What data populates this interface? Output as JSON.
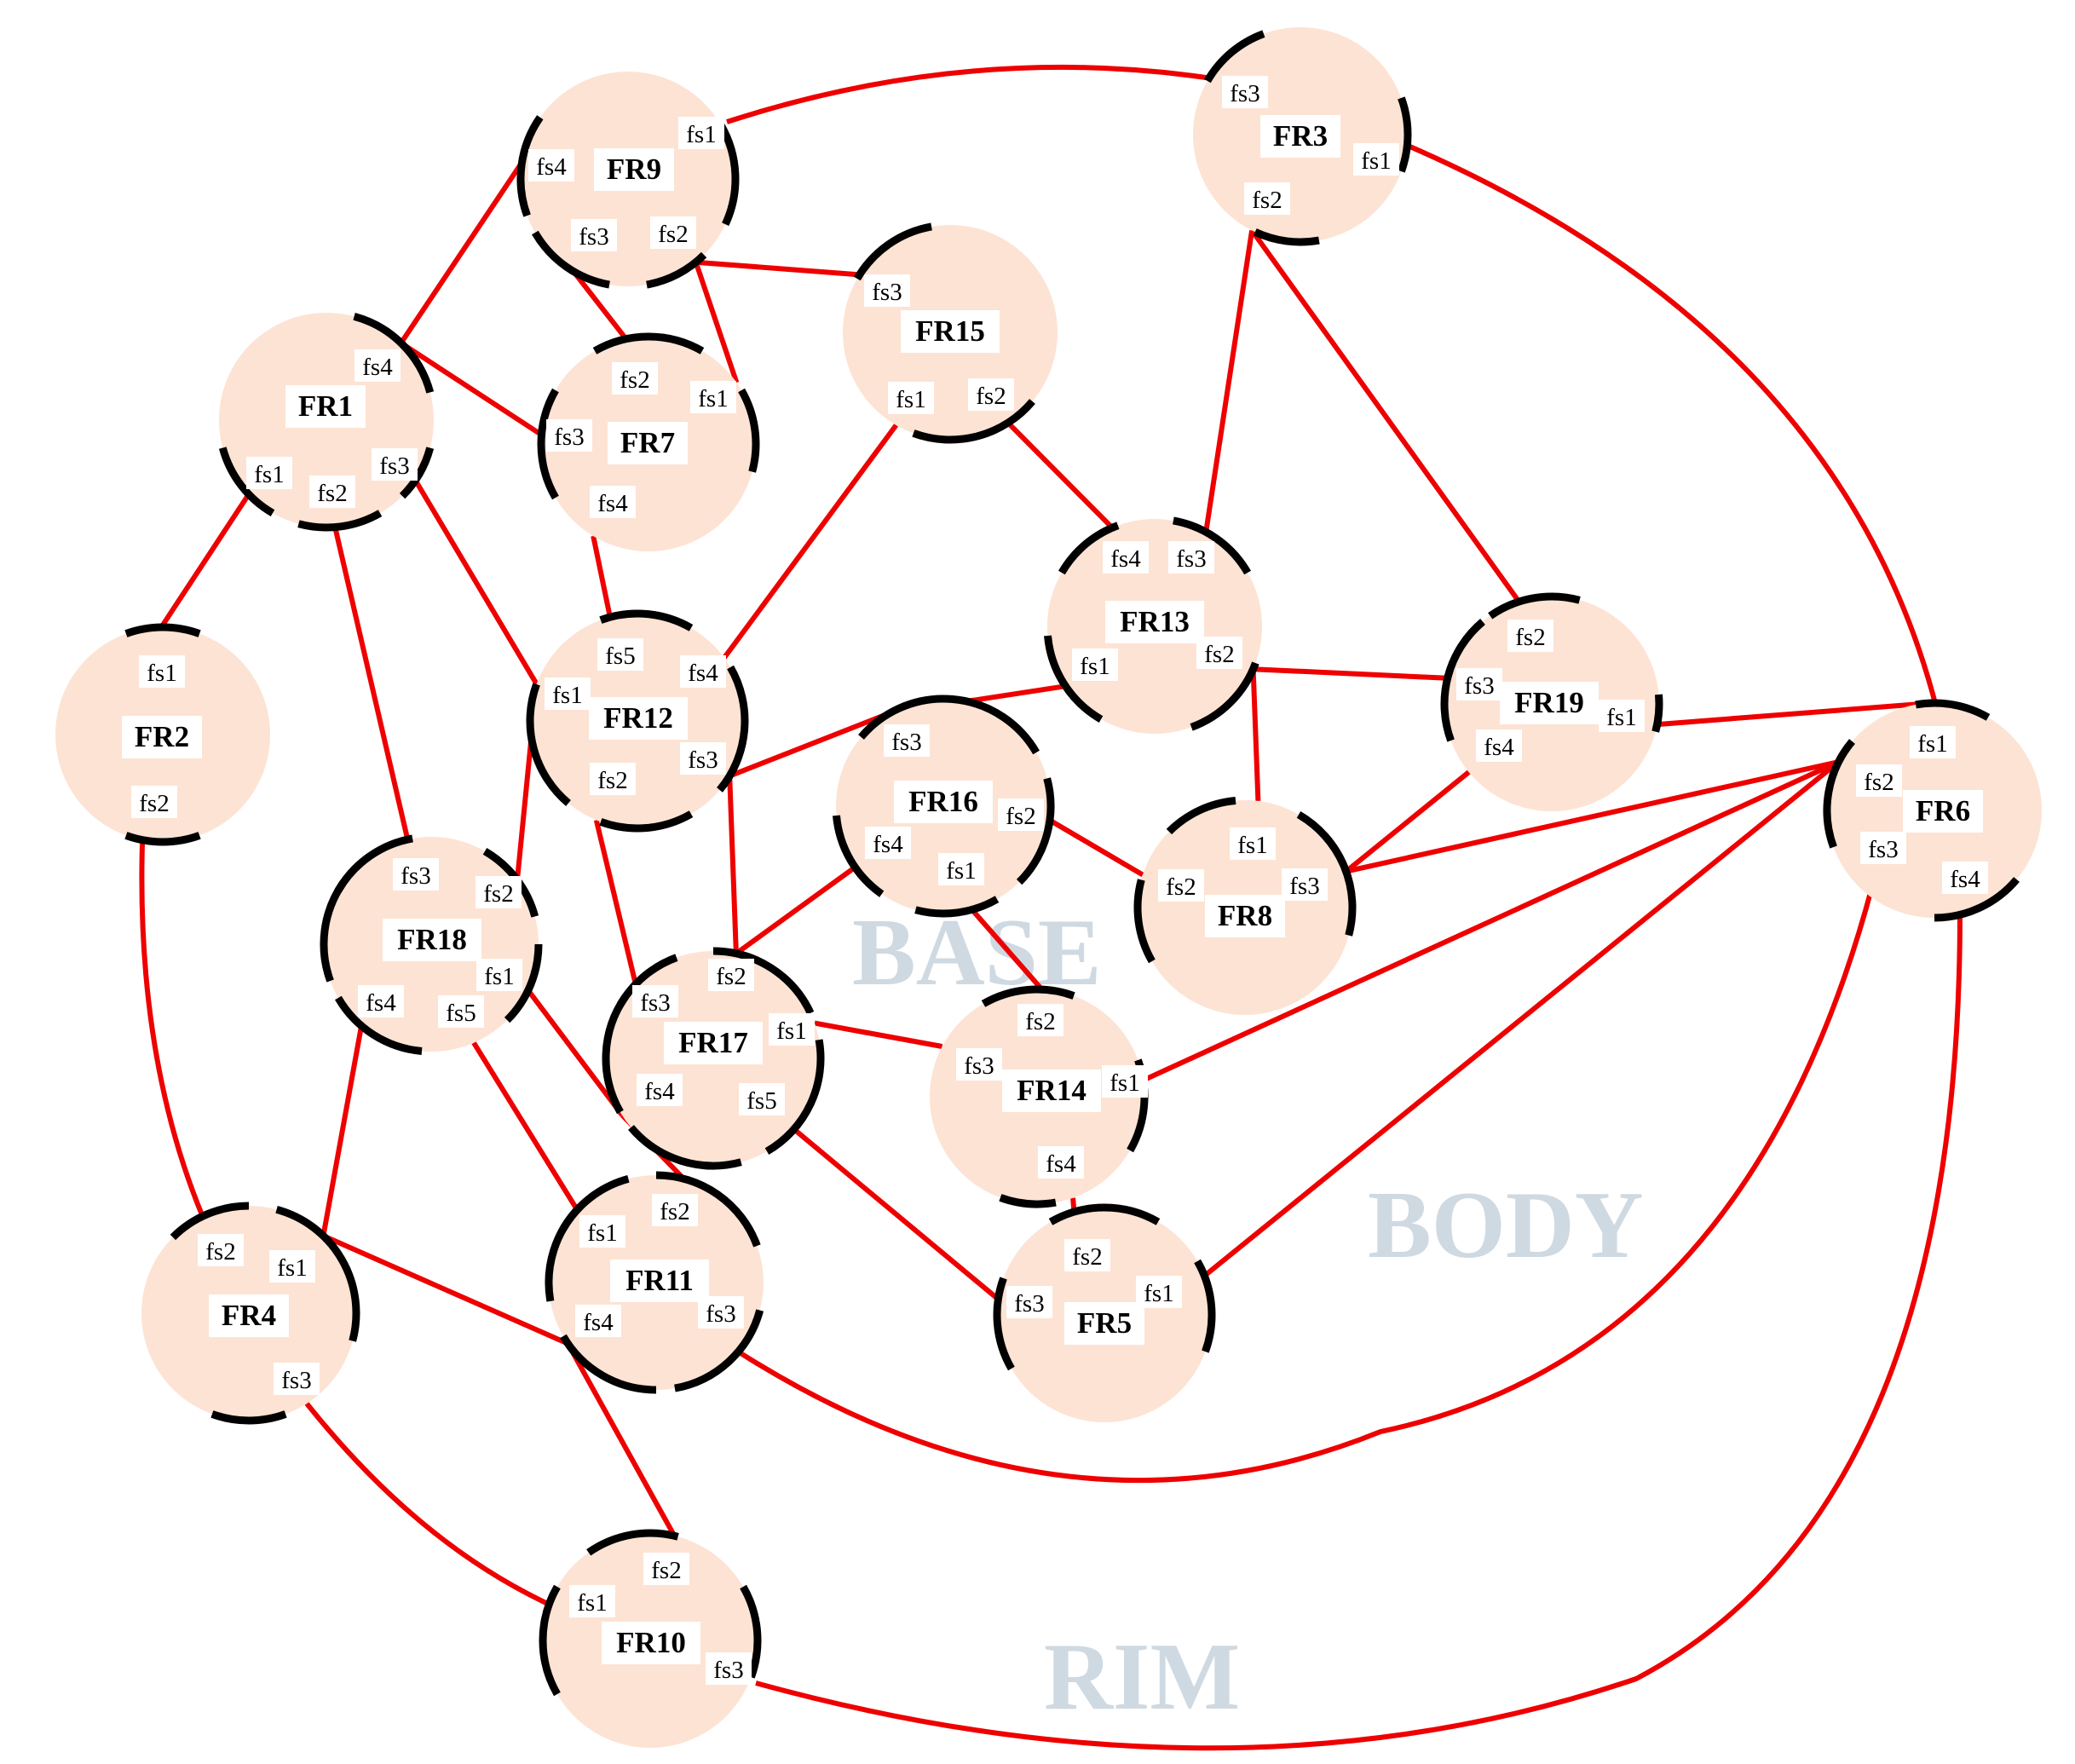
{
  "regions": [
    {
      "id": "base",
      "text": "BASE"
    },
    {
      "id": "body",
      "text": "BODY"
    },
    {
      "id": "rim",
      "text": "RIM"
    }
  ],
  "nodes": [
    {
      "id": "FR1",
      "label": "FR1",
      "ports": [
        "fs1",
        "fs2",
        "fs3",
        "fs4"
      ]
    },
    {
      "id": "FR2",
      "label": "FR2",
      "ports": [
        "fs1",
        "fs2"
      ]
    },
    {
      "id": "FR3",
      "label": "FR3",
      "ports": [
        "fs1",
        "fs2",
        "fs3"
      ]
    },
    {
      "id": "FR4",
      "label": "FR4",
      "ports": [
        "fs1",
        "fs2",
        "fs3"
      ]
    },
    {
      "id": "FR5",
      "label": "FR5",
      "ports": [
        "fs1",
        "fs2",
        "fs3"
      ]
    },
    {
      "id": "FR6",
      "label": "FR6",
      "ports": [
        "fs1",
        "fs2",
        "fs3",
        "fs4"
      ]
    },
    {
      "id": "FR7",
      "label": "FR7",
      "ports": [
        "fs1",
        "fs2",
        "fs3",
        "fs4"
      ]
    },
    {
      "id": "FR8",
      "label": "FR8",
      "ports": [
        "fs1",
        "fs2",
        "fs3"
      ]
    },
    {
      "id": "FR9",
      "label": "FR9",
      "ports": [
        "fs1",
        "fs2",
        "fs3",
        "fs4"
      ]
    },
    {
      "id": "FR10",
      "label": "FR10",
      "ports": [
        "fs1",
        "fs2",
        "fs3"
      ]
    },
    {
      "id": "FR11",
      "label": "FR11",
      "ports": [
        "fs1",
        "fs2",
        "fs3",
        "fs4"
      ]
    },
    {
      "id": "FR12",
      "label": "FR12",
      "ports": [
        "fs1",
        "fs2",
        "fs3",
        "fs4",
        "fs5"
      ]
    },
    {
      "id": "FR13",
      "label": "FR13",
      "ports": [
        "fs1",
        "fs2",
        "fs3",
        "fs4"
      ]
    },
    {
      "id": "FR14",
      "label": "FR14",
      "ports": [
        "fs1",
        "fs2",
        "fs3",
        "fs4"
      ]
    },
    {
      "id": "FR15",
      "label": "FR15",
      "ports": [
        "fs1",
        "fs2",
        "fs3"
      ]
    },
    {
      "id": "FR16",
      "label": "FR16",
      "ports": [
        "fs1",
        "fs2",
        "fs3",
        "fs4"
      ]
    },
    {
      "id": "FR17",
      "label": "FR17",
      "ports": [
        "fs1",
        "fs2",
        "fs3",
        "fs4",
        "fs5"
      ]
    },
    {
      "id": "FR18",
      "label": "FR18",
      "ports": [
        "fs1",
        "fs2",
        "fs3",
        "fs4",
        "fs5"
      ]
    },
    {
      "id": "FR19",
      "label": "FR19",
      "ports": [
        "fs1",
        "fs2",
        "fs3",
        "fs4"
      ]
    }
  ],
  "edges": [
    [
      "FR9.fs1",
      "FR3.fs3"
    ],
    [
      "FR9.fs4",
      "FR1.fs4"
    ],
    [
      "FR9.fs3",
      "FR7.fs2"
    ],
    [
      "FR9.fs2",
      "FR7.fs1"
    ],
    [
      "FR9.fs2",
      "FR15.fs3"
    ],
    [
      "FR1.fs4",
      "FR7.fs3"
    ],
    [
      "FR1.fs1",
      "FR2.fs1"
    ],
    [
      "FR1.fs2",
      "FR18.fs3"
    ],
    [
      "FR1.fs3",
      "FR12.fs1"
    ],
    [
      "FR7.fs4",
      "FR12.fs5"
    ],
    [
      "FR15.fs1",
      "FR12.fs4"
    ],
    [
      "FR15.fs2",
      "FR13.fs4"
    ],
    [
      "FR3.fs2",
      "FR13.fs3"
    ],
    [
      "FR3.fs2",
      "FR19.fs2"
    ],
    [
      "FR3.fs1",
      "FR6.fs1"
    ],
    [
      "FR13.fs2",
      "FR19.fs3"
    ],
    [
      "FR13.fs1",
      "FR16.fs3"
    ],
    [
      "FR13.fs2",
      "FR8.fs1"
    ],
    [
      "FR19.fs1",
      "FR6.fs1"
    ],
    [
      "FR19.fs4",
      "FR8.fs3"
    ],
    [
      "FR12.fs3",
      "FR16.fs3"
    ],
    [
      "FR12.fs1",
      "FR18.fs2"
    ],
    [
      "FR12.fs2",
      "FR17.fs3"
    ],
    [
      "FR12.fs3",
      "FR17.fs2"
    ],
    [
      "FR16.fs2",
      "FR8.fs2"
    ],
    [
      "FR16.fs4",
      "FR17.fs2"
    ],
    [
      "FR16.fs1",
      "FR14.fs2"
    ],
    [
      "FR8.fs3",
      "FR6.fs2"
    ],
    [
      "FR14.fs1",
      "FR6.fs2"
    ],
    [
      "FR5.fs1",
      "FR6.fs2"
    ],
    [
      "FR11.fs3",
      "FR6.fs3"
    ],
    [
      "FR10.fs3",
      "FR6.fs4"
    ],
    [
      "FR18.fs1",
      "FR17.fs4"
    ],
    [
      "FR18.fs4",
      "FR4.fs1"
    ],
    [
      "FR18.fs5",
      "FR11.fs1"
    ],
    [
      "FR17.fs1",
      "FR14.fs3"
    ],
    [
      "FR17.fs5",
      "FR5.fs3"
    ],
    [
      "FR17.fs4",
      "FR11.fs2"
    ],
    [
      "FR14.fs4",
      "FR5.fs2"
    ],
    [
      "FR2.fs2",
      "FR4.fs2"
    ],
    [
      "FR4.fs1",
      "FR11.fs4"
    ],
    [
      "FR4.fs3",
      "FR10.fs1"
    ],
    [
      "FR11.fs4",
      "FR10.fs2"
    ]
  ],
  "colors": {
    "node_fill": "#fde3d4",
    "edge": "#ee0000",
    "arc": "#000000",
    "region_text": "#cfd9e2"
  }
}
